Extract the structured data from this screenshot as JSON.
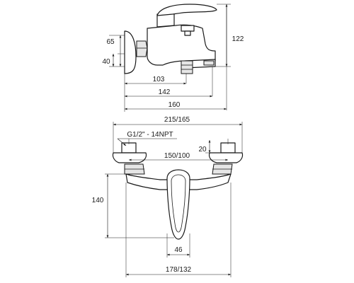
{
  "side_view": {
    "dims": {
      "height_65": "65",
      "height_40": "40",
      "height_122": "122",
      "length_103": "103",
      "length_142": "142",
      "length_160": "160"
    }
  },
  "front_view": {
    "dims": {
      "width_overall": "215/165",
      "thread": "G1/2\" - 14NPT",
      "size_20": "20",
      "spacing": "150/100",
      "height_140": "140",
      "width_46": "46",
      "width_bottom": "178/132"
    }
  }
}
